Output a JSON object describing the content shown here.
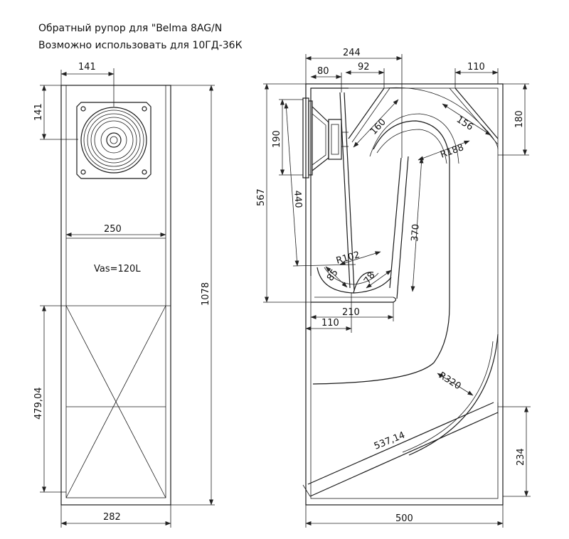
{
  "title": {
    "line1": "Обратный рупор для \"Belma 8AG/N",
    "line2": "Возможно использовать для 10ГД-36К"
  },
  "front_view": {
    "vas": "Vas=120L",
    "dims": {
      "speaker_width": "141",
      "speaker_height": "141",
      "inner_width": "250",
      "lower_height": "479,04",
      "total_height": "1078",
      "outer_width": "282"
    }
  },
  "side_view": {
    "dims": {
      "top_width": "244",
      "w80": "80",
      "w92": "92",
      "w110_top": "110",
      "h180": "180",
      "h190": "190",
      "d160": "160",
      "d156": "156",
      "r188": "R188",
      "h567": "567",
      "d440": "440",
      "d370": "370",
      "r102": "R102",
      "d85": "85",
      "d78": "78",
      "w210": "210",
      "w110_bottom": "110",
      "r320": "R320",
      "d537": "537,14",
      "h234": "234",
      "w500": "500"
    }
  }
}
